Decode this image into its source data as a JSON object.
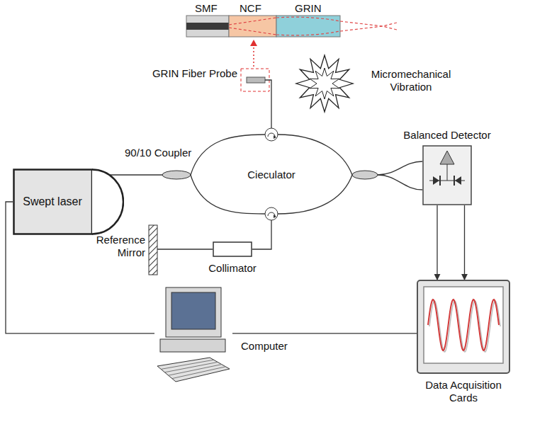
{
  "diagram": {
    "nodes": [
      {
        "text": [
          "Swept laser"
        ]
      },
      {
        "text": [
          "Balanced Detector"
        ]
      },
      {
        "text": [
          "Collimator"
        ]
      },
      {
        "text": [
          "Computer"
        ]
      },
      {
        "text": [
          "Data Acquisition Cards"
        ]
      }
    ],
    "edges": [
      {
        "from": 0,
        "to": 3,
        "arrow": "none"
      },
      {
        "from": 3,
        "to": 4,
        "arrow": "none"
      },
      {
        "from": 1,
        "to": 4,
        "arrow": "to"
      },
      {
        "from": 1,
        "to": 4,
        "arrow": "to"
      }
    ],
    "labels": [
      "SMF",
      "NCF",
      "GRIN",
      "GRIN Fiber Probe",
      "Micromechanical Vibration",
      "90/10 Coupler",
      "Cieculator",
      "Reference Mirror"
    ]
  }
}
